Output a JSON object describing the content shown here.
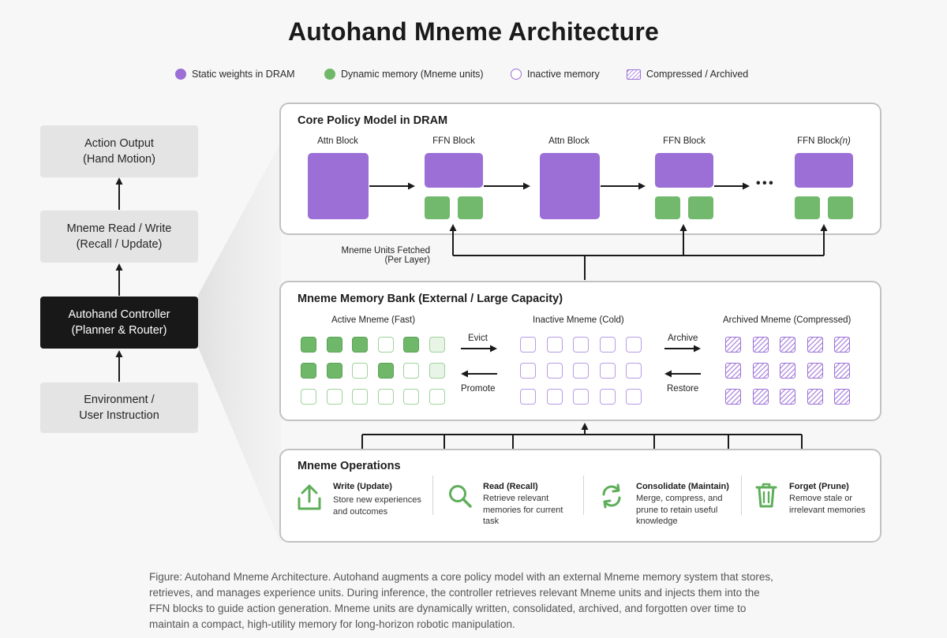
{
  "title": "Autohand Mneme Architecture",
  "legend": [
    {
      "label": "Static weights in DRAM",
      "style": "purple-filled-circle",
      "color": "#9b6fd6"
    },
    {
      "label": "Dynamic memory (Mneme units)",
      "style": "green-filled-circle",
      "color": "#6fb86a"
    },
    {
      "label": "Inactive memory",
      "style": "hollow-circle",
      "color": "#9b6fd6"
    },
    {
      "label": "Compressed / Archived",
      "style": "hatched-square",
      "color": "#9b6fd6"
    }
  ],
  "left_column": {
    "action_output": {
      "line1": "Action Output",
      "line2": "(Hand Motion)"
    },
    "mneme_rw": {
      "line1": "Mneme Read / Write",
      "line2": "(Recall / Update)"
    },
    "controller": {
      "line1": "Autohand Controller",
      "line2": "(Planner & Router)"
    },
    "environment": {
      "line1": "Environment /",
      "line2": "User Instruction"
    }
  },
  "core_policy": {
    "title": "Core Policy Model in DRAM",
    "blocks": [
      {
        "label": "Attn Block",
        "kind": "attn"
      },
      {
        "label": "FFN Block",
        "kind": "ffn"
      },
      {
        "label": "Attn Block",
        "kind": "attn"
      },
      {
        "label": "FFN Block",
        "kind": "ffn"
      },
      {
        "label": "FFN Block",
        "label_suffix": "(n)",
        "kind": "ffn"
      }
    ],
    "ellipsis": "• • •"
  },
  "fetch_label": {
    "line1": "Mneme Units Fetched",
    "line2": "(Per Layer)"
  },
  "memory_bank": {
    "title": "Mneme Memory Bank (External / Large Capacity)",
    "active_title": "Active Mneme (Fast)",
    "inactive_title": "Inactive Mneme (Cold)",
    "archived_title": "Archived Mneme (Compressed)",
    "evict": "Evict",
    "promote": "Promote",
    "archive": "Archive",
    "restore": "Restore",
    "active_grid": [
      [
        "fill",
        "fill",
        "fill",
        "empty",
        "fill",
        "light"
      ],
      [
        "fill",
        "fill",
        "empty",
        "fill",
        "empty",
        "light"
      ],
      [
        "empty",
        "empty",
        "empty",
        "empty",
        "empty",
        "empty"
      ]
    ],
    "inactive_grid": [
      [
        "empty",
        "empty",
        "empty",
        "empty",
        "empty"
      ],
      [
        "empty",
        "empty",
        "empty",
        "empty",
        "empty"
      ],
      [
        "empty",
        "empty",
        "empty",
        "empty",
        "empty"
      ]
    ],
    "archived_grid": [
      [
        "hatch",
        "hatch",
        "hatch",
        "hatch",
        "hatch"
      ],
      [
        "hatch",
        "hatch",
        "hatch",
        "hatch",
        "hatch"
      ],
      [
        "hatch",
        "hatch",
        "hatch",
        "hatch",
        "hatch"
      ]
    ]
  },
  "operations": {
    "title": "Mneme Operations",
    "items": [
      {
        "title": "Write (Update)",
        "desc1": "Store new experiences",
        "desc2": "and outcomes",
        "desc3": "",
        "icon": "upload-icon"
      },
      {
        "title": "Read (Recall)",
        "desc1": "Retrieve relevant",
        "desc2": "memories for current",
        "desc3": "task",
        "icon": "search-icon"
      },
      {
        "title": "Consolidate (Maintain)",
        "desc1": "Merge, compress, and",
        "desc2": "prune to retain useful",
        "desc3": "knowledge",
        "icon": "refresh-icon"
      },
      {
        "title": "Forget (Prune)",
        "desc1": "Remove stale or",
        "desc2": "irrelevant memories",
        "desc3": "",
        "icon": "trash-icon"
      }
    ]
  },
  "colors": {
    "static_purple": "#9b6fd6",
    "dynamic_green": "#6fb86a",
    "dark_box": "#181818",
    "panel_border": "#c2c2c2"
  },
  "caption": {
    "line1": "Figure: Autohand Mneme Architecture. Autohand augments a core policy model with an external Mneme memory system that stores,",
    "line2": "retrieves, and manages experience units. During inference, the controller retrieves relevant Mneme units and injects them into the",
    "line3": "FFN blocks to guide action generation. Mneme units are dynamically written, consolidated, archived, and forgotten over time to",
    "line4": "maintain a compact, high-utility memory for long-horizon robotic manipulation."
  }
}
